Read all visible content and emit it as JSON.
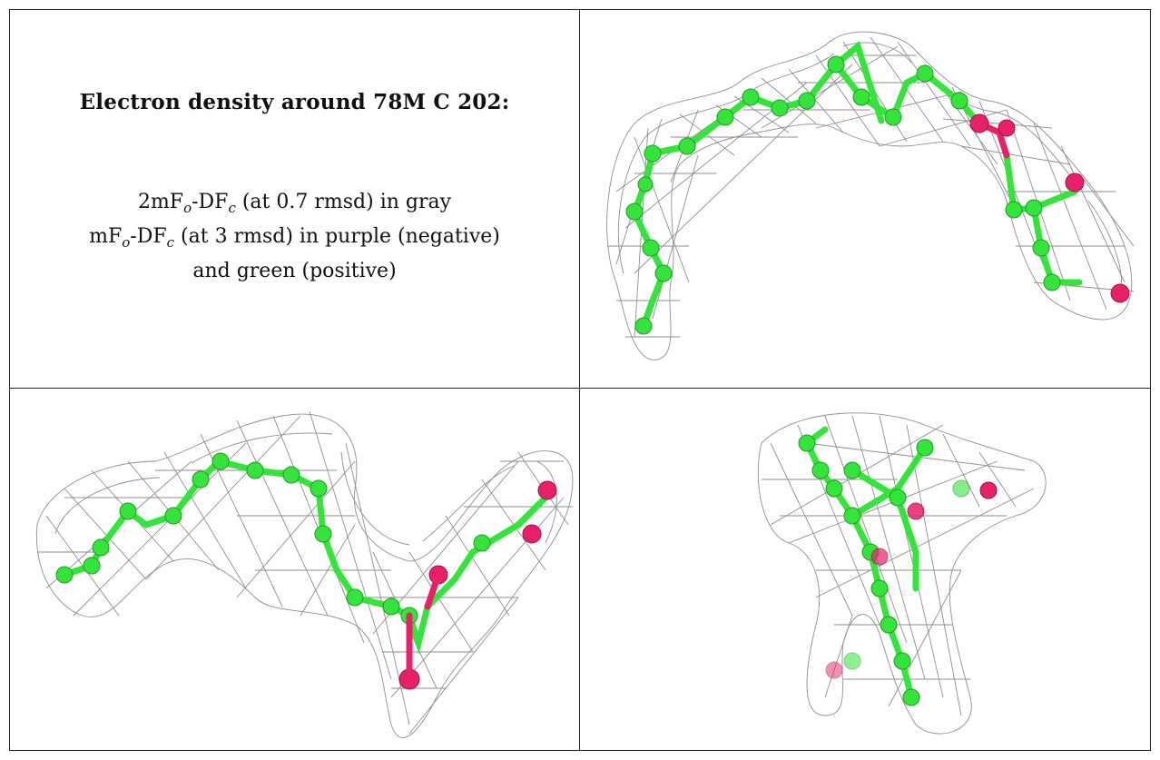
{
  "panel_text": {
    "title": "Electron density around 78M C 202:",
    "line1_pre": "2mF",
    "line1_sub1": "o",
    "line1_mid": "-DF",
    "line1_sub2": "c",
    "line1_post": " (at 0.7 rmsd) in gray",
    "line2_pre": "mF",
    "line2_sub1": "o",
    "line2_mid": "-DF",
    "line2_sub2": "c",
    "line2_post": " (at 3 rmsd) in purple (negative)",
    "line3": "and green (positive)"
  },
  "colors": {
    "mesh": "#8e8e8e",
    "carbon": "#35e43a",
    "oxygen": "#e8206a",
    "border": "#222222"
  },
  "views": [
    {
      "name": "view-top-right",
      "atoms": "ligand stick model with 2mFo-DFc mesh"
    },
    {
      "name": "view-bottom-left",
      "atoms": "ligand stick model with 2mFo-DFc mesh"
    },
    {
      "name": "view-bottom-right",
      "atoms": "ligand stick model with 2mFo-DFc mesh"
    }
  ]
}
